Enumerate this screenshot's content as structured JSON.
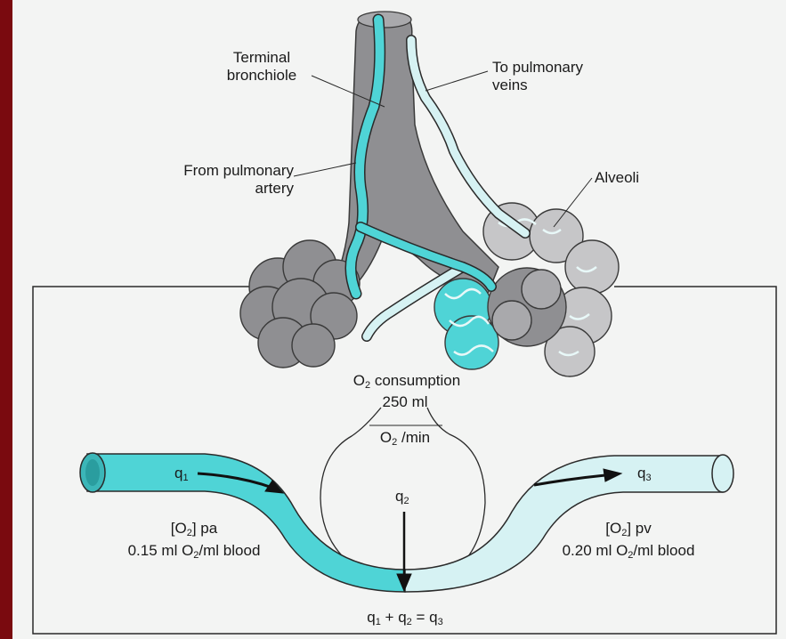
{
  "labels": {
    "terminal_bronchiole_1": "Terminal",
    "terminal_bronchiole_2": "bronchiole",
    "to_pulm_veins_1": "To pulmonary",
    "to_pulm_veins_2": "veins",
    "from_pulm_artery_1": "From pulmonary",
    "from_pulm_artery_2": "artery",
    "alveoli": "Alveoli",
    "o2_consumption_prefix": "O",
    "o2_consumption_sub": "2",
    "o2_consumption_suffix": " consumption",
    "o2_amount": "250 ml",
    "o2_rate_prefix": "O",
    "o2_rate_sub": "2",
    "o2_rate_suffix": " /min",
    "q1_main": "q",
    "q1_sub": "1",
    "q2_main": "q",
    "q2_sub": "2",
    "q3_main": "q",
    "q3_sub": "3",
    "pa_prefix": "[O",
    "pa_sub": "2",
    "pa_suffix": "] pa",
    "pa_value_prefix": "0.15 ml O",
    "pa_value_sub": "2",
    "pa_value_suffix": "/ml blood",
    "pv_prefix": "[O",
    "pv_sub": "2",
    "pv_suffix": "] pv",
    "pv_value_prefix": "0.20 ml O",
    "pv_value_sub": "2",
    "pv_value_suffix": "/ml blood",
    "equation_q1": "q",
    "equation_q1_sub": "1",
    "equation_plus": " + ",
    "equation_q2": "q",
    "equation_q2_sub": "2",
    "equation_eq": " = ",
    "equation_q3": "q",
    "equation_q3_sub": "3"
  },
  "colors": {
    "background": "#7a0a0f",
    "panel": "#f3f4f3",
    "artery": "#4fd4d6",
    "vein": "#d6f2f3",
    "tissue": "#8f8f92",
    "outline": "#2a2a2a"
  }
}
